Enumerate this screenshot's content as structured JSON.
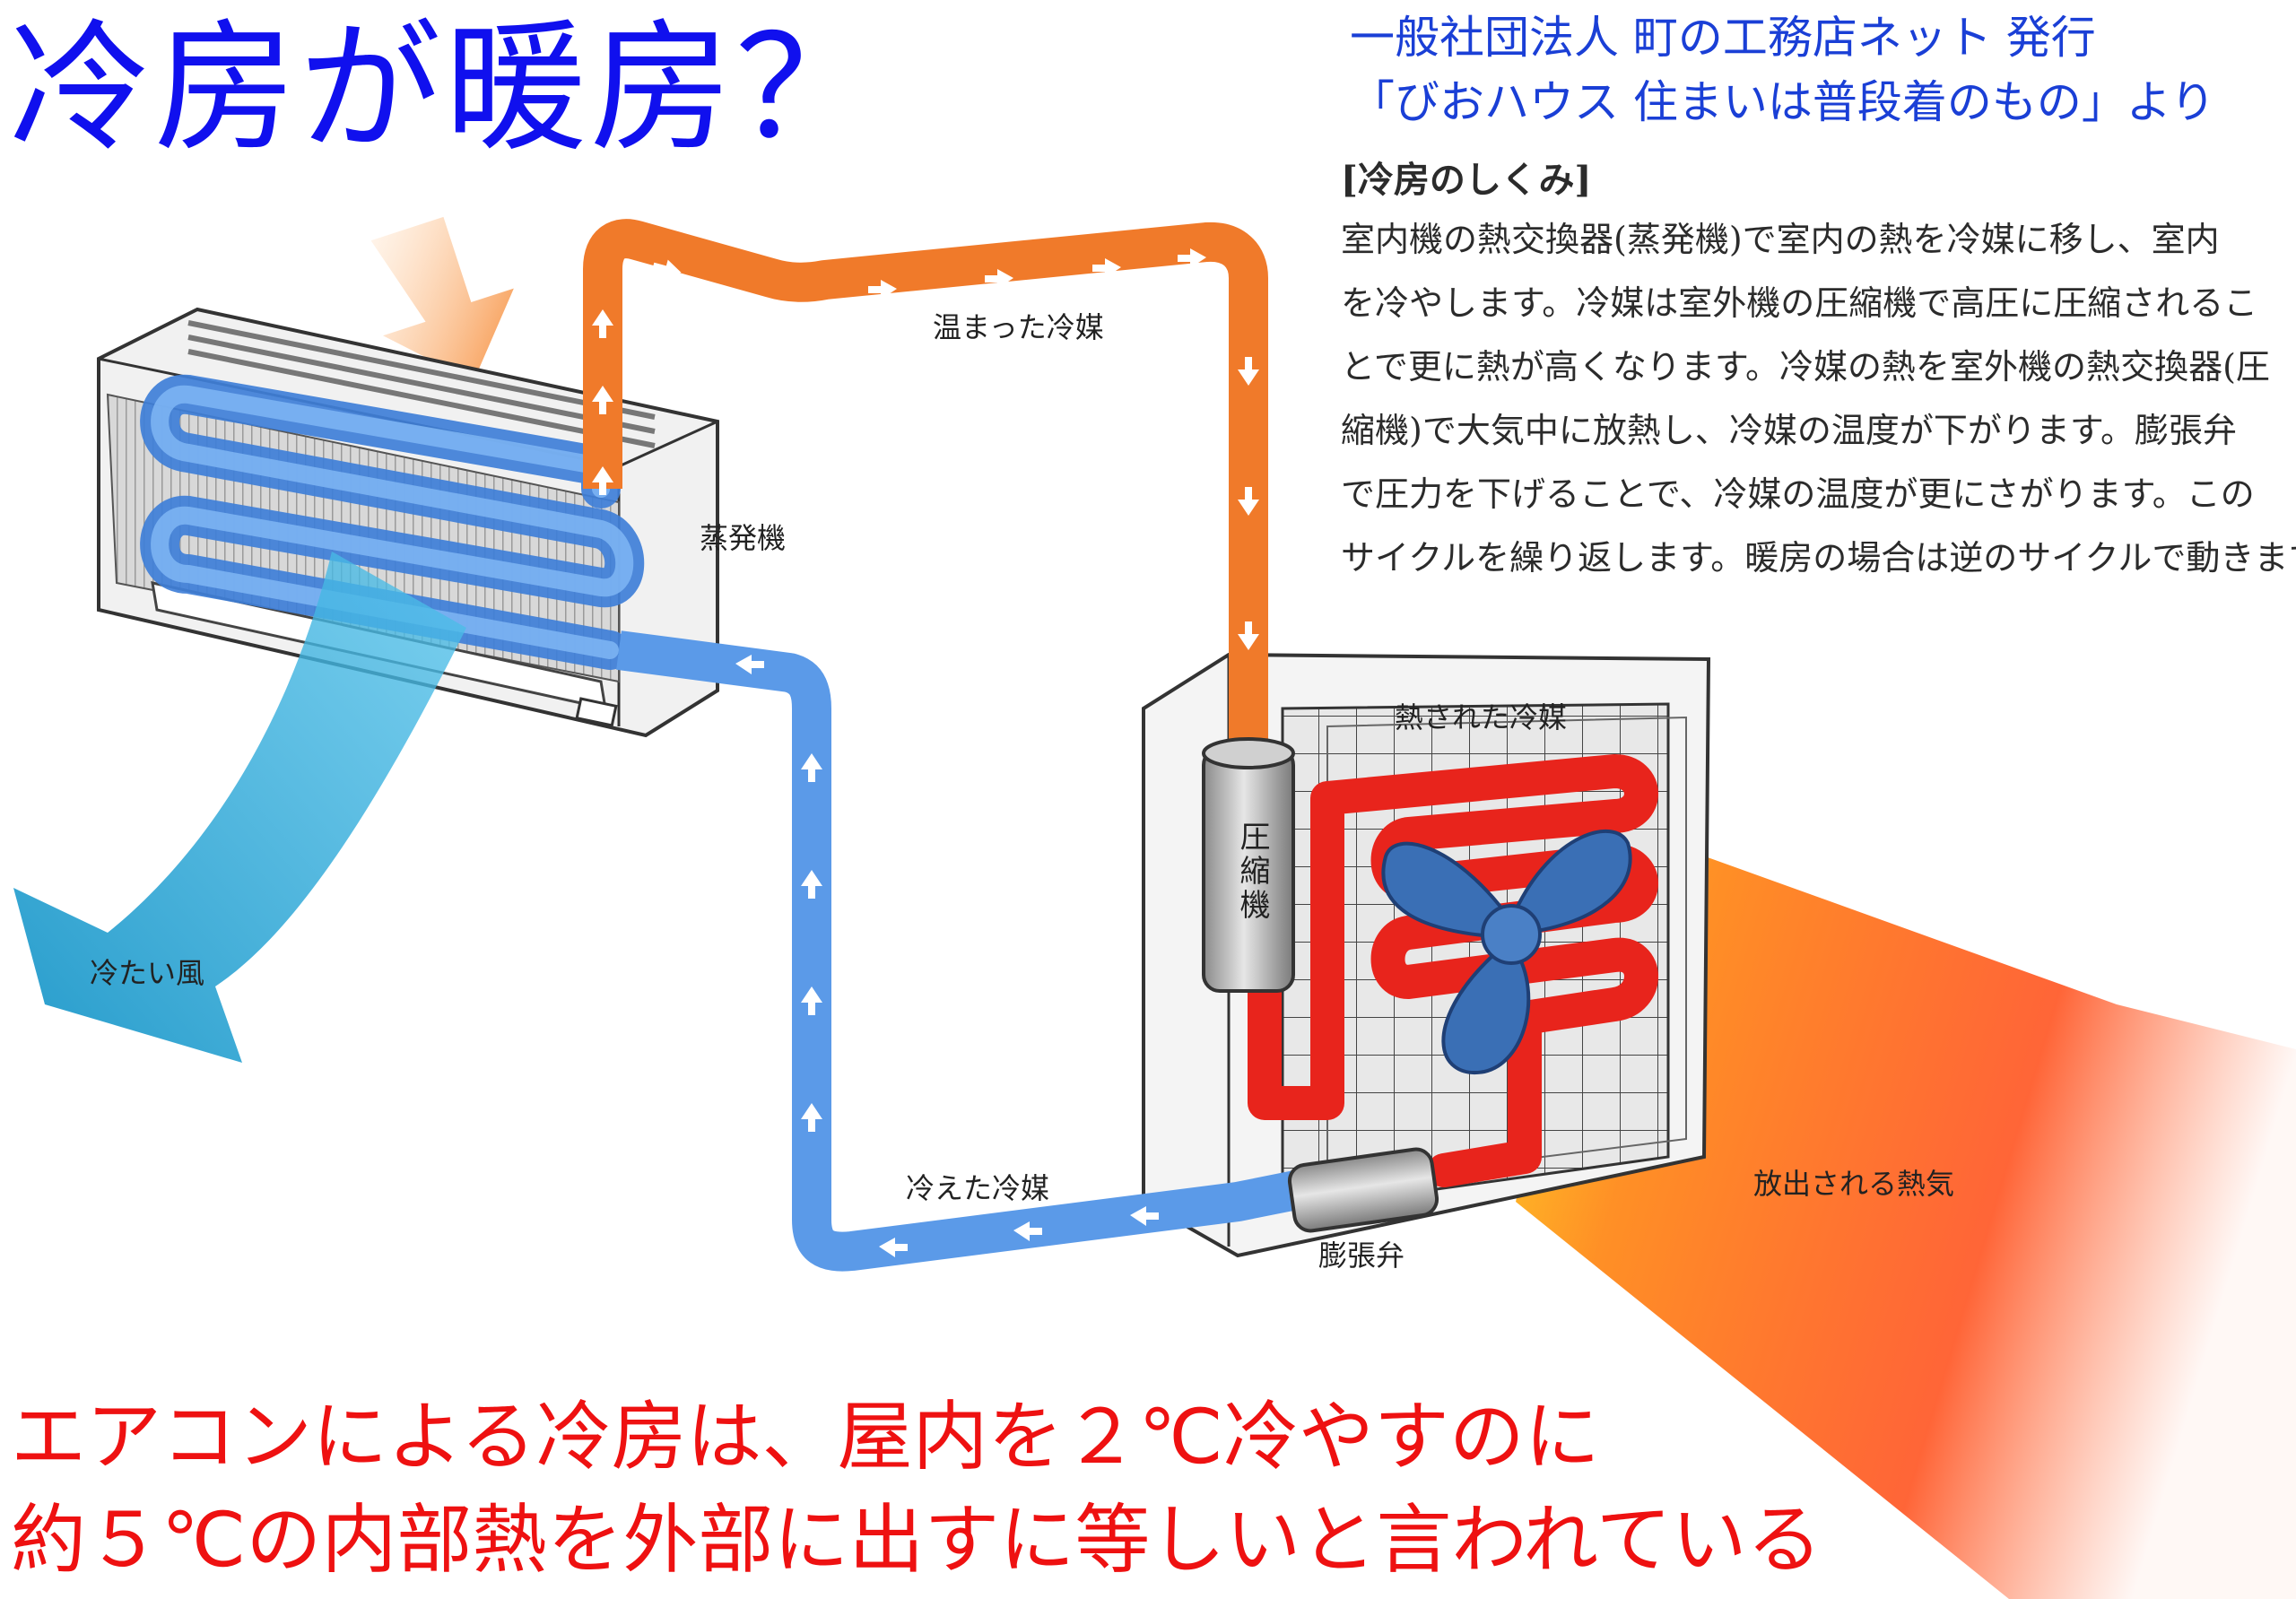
{
  "title": "冷房が暖房？",
  "credit": {
    "line1": "一般社団法人 町の工務店ネット 発行",
    "line2": "「びおハウス 住まいは普段着のもの」より"
  },
  "section": {
    "heading": "[冷房のしくみ]",
    "lines": [
      "室内機の熱交換器(蒸発機)で室内の熱を冷媒に移し、室内",
      "を冷やします。冷媒は室外機の圧縮機で高圧に圧縮されるこ",
      "とで更に熱が高くなります。冷媒の熱を室外機の熱交換器(圧",
      "縮機)で大気中に放熱し、冷媒の温度が下がります。膨張弁",
      "で圧力を下げることで、冷媒の温度が更にさがります。この",
      "サイクルを繰り返します。暖房の場合は逆のサイクルで動きます。"
    ]
  },
  "labels": {
    "warm_refrigerant": "温まった冷媒",
    "evaporator": "蒸発機",
    "heated_refrigerant": "熱された冷媒",
    "compressor": "圧縮機",
    "cold_wind": "冷たい風",
    "cooled_refrigerant": "冷えた冷媒",
    "expansion_valve": "膨張弁",
    "released_heat": "放出される熱気"
  },
  "footer": {
    "line1": "エアコンによる冷房は、屋内を２℃冷やすのに",
    "line2": "約５℃の内部熱を外部に出すに等しいと言われている"
  },
  "colors": {
    "title": "#1010ee",
    "credit": "#1a3fd6",
    "footer": "#ee1111",
    "warm_pipe": "#f07a2a",
    "cold_pipe": "#5b9ae8",
    "hot_pipe": "#e8241c",
    "fan": "#3a6fb5",
    "cold_air": "#2aa7d8",
    "hot_air": "#ff5a1a"
  }
}
